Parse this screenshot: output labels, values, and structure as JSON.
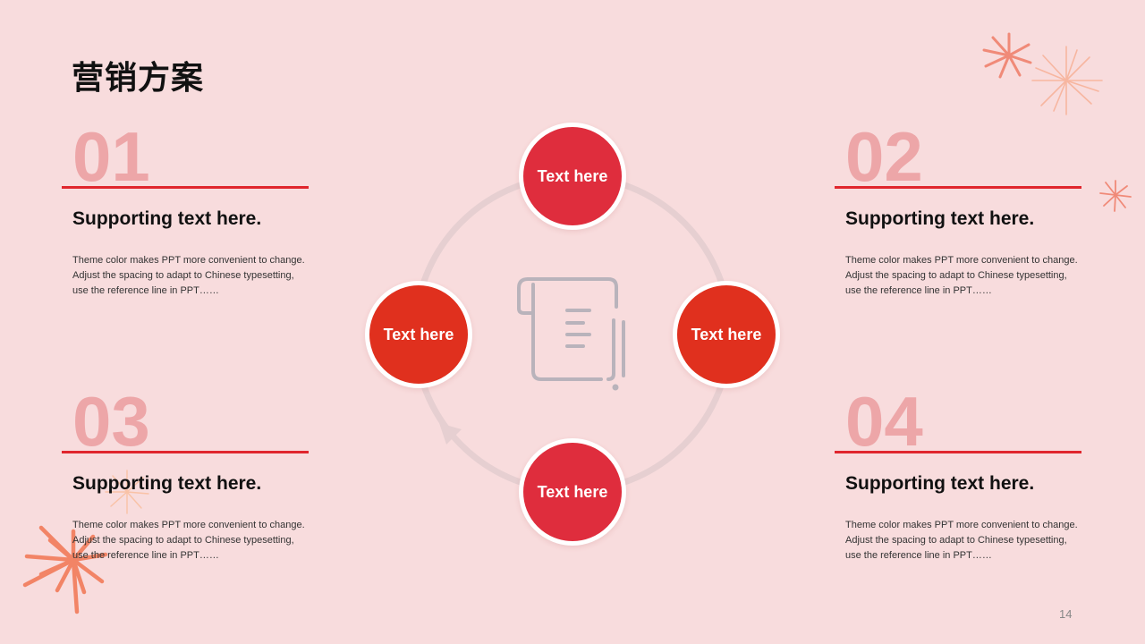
{
  "slide": {
    "title": "营销方案",
    "page_number": "14"
  },
  "blocks": [
    {
      "number": "01",
      "heading": "Supporting text here.",
      "body": "Theme color makes PPT more convenient to change. Adjust the spacing to adapt to Chinese typesetting, use the reference line in PPT……"
    },
    {
      "number": "02",
      "heading": "Supporting text here.",
      "body": "Theme color makes PPT more convenient to change. Adjust the spacing to adapt to Chinese typesetting, use the reference line in PPT……"
    },
    {
      "number": "03",
      "heading": "Supporting text here.",
      "body": "Theme color makes PPT more convenient to change. Adjust the spacing to adapt to Chinese typesetting, use the reference line in PPT……"
    },
    {
      "number": "04",
      "heading": "Supporting text here.",
      "body": "Theme color makes PPT more convenient to change. Adjust the spacing to adapt to Chinese typesetting, use the reference line in PPT……"
    }
  ],
  "cycle": {
    "nodes": [
      "Text here",
      "Text here",
      "Text here",
      "Text here"
    ],
    "center_icon": "document-scroll-icon"
  },
  "colors": {
    "background": "#f8dcdd",
    "accent_red": "#e0262d",
    "number_pink": "#eda6a8",
    "node_crimson": "#df2d3d",
    "node_orange_red": "#e0301e"
  }
}
